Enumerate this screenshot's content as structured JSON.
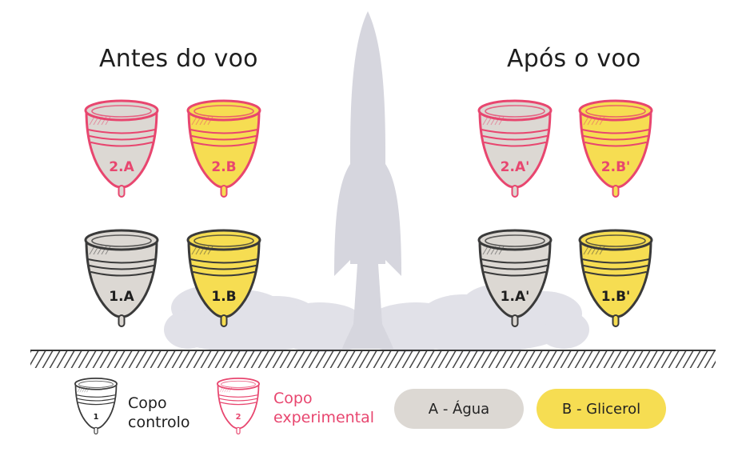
{
  "headings": {
    "before": "Antes do voo",
    "after": "Após o voo"
  },
  "cups": {
    "before": {
      "top_left": "2.A",
      "top_right": "2.B",
      "bottom_left": "1.A",
      "bottom_right": "1.B"
    },
    "after": {
      "top_left": "2.A'",
      "top_right": "2.B'",
      "bottom_left": "1.A'",
      "bottom_right": "1.B'"
    }
  },
  "legend": {
    "control_cup": {
      "line1": "Copo",
      "line2": "controlo",
      "number": "1"
    },
    "experimental_cup": {
      "line1": "Copo",
      "line2": "experimental",
      "number": "2"
    },
    "water": "A - Água",
    "glycerol": "B - Glicerol"
  },
  "colors": {
    "water_fill": "#dcd8d3",
    "glycerol_fill": "#f6dd52",
    "control_outline": "#3a3a3a",
    "experimental_outline": "#e8466f",
    "rocket": "#d6d6de",
    "smoke": "#e1e1e8",
    "ground": "#333333"
  },
  "icons": {
    "rocket": "rocket-icon",
    "smoke": "smoke-cloud-icon",
    "ground": "hatched-ground-icon",
    "cup": "menstrual-cup-icon"
  }
}
